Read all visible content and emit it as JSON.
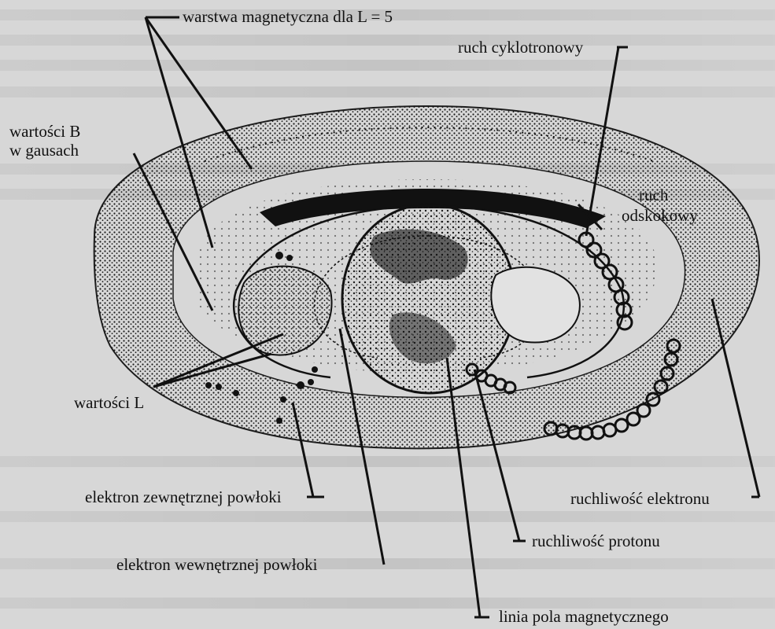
{
  "labels": {
    "magnetic_layer": "warstwa magnetyczna dla L = 5",
    "cyclotron_motion": "ruch cyklotronowy",
    "b_values_line1": "wartości B",
    "b_values_line2": "w gausach",
    "bounce_motion_line1": "ruch",
    "bounce_motion_line2": "odskokowy",
    "l_values": "wartości L",
    "outer_shell_electron": "elektron zewnętrznej powłoki",
    "inner_shell_electron": "elektron wewnętrznej powłoki",
    "electron_drift": "ruchliwość elektronu",
    "proton_drift": "ruchliwość protonu",
    "field_line": "linia pola magnetycznego"
  },
  "colors": {
    "background": "#d7d7d7",
    "ink": "#111111",
    "dots": "#1c1c1c"
  }
}
